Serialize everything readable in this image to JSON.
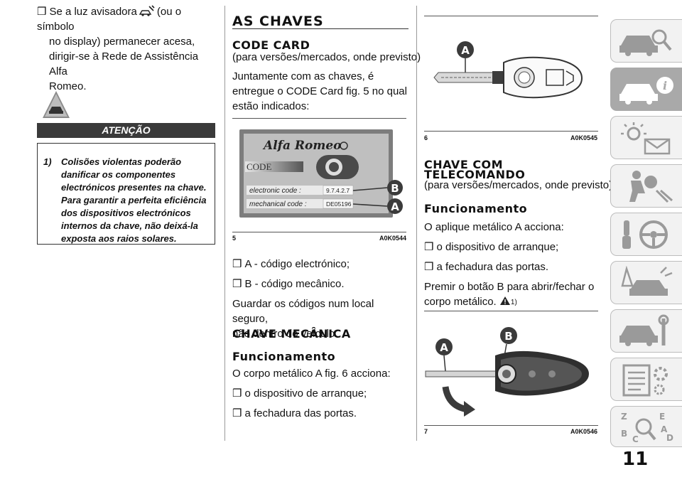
{
  "colors": {
    "tab_bg": "#f2f2f2",
    "tab_active": "#a9a9a9",
    "warning_bar": "#3a3a3a",
    "label_dark": "#3b3b3b"
  },
  "col1": {
    "bullet_before_icon": "Se a luz avisadora",
    "bullet_after_icon": "(ou o símbolo",
    "bullet_lines": [
      "no display) permanecer acesa,",
      "dirigir-se à Rede de Assistência Alfa",
      "Romeo."
    ],
    "warning_title": "ATENÇÃO",
    "warning_number": "1)",
    "warning_lines": [
      "Colisões violentas poderão",
      "danificar os componentes",
      "electrónicos presentes na chave.",
      "Para garantir a perfeita eficiência",
      "dos dispositivos electrónicos",
      "internos da chave, não deixá-la",
      "exposta aos raios solares."
    ]
  },
  "col2": {
    "title": "AS CHAVES",
    "code_card_heading": "CODE CARD",
    "code_card_sub": "(para versões/mercados, onde previsto)",
    "intro_lines": [
      "Juntamente com as chaves, é",
      "entregue o CODE Card fig. 5 no qual",
      "estão indicados:"
    ],
    "fig5": {
      "number": "5",
      "code": "A0K0544",
      "brand": "Alfa Romeo",
      "code_word": "CODE",
      "electronic_label": "electronic   code :",
      "electronic_value": "9.7.4.2.7",
      "mechanical_label": "mechanical  code :",
      "mechanical_value": "DE05196",
      "marker_b": "B",
      "marker_a": "A"
    },
    "items": [
      "A - código electrónico;",
      "B - código mecânico."
    ],
    "store_lines": [
      "Guardar os códigos num local seguro,",
      "não dentro do veículo."
    ],
    "mech_heading": "CHAVE MECÂNICA",
    "func_heading": "Funcionamento",
    "func_text": "O corpo metálico A fig. 6 acciona:",
    "func_items": [
      "o dispositivo de arranque;",
      "a fechadura das portas."
    ]
  },
  "col3": {
    "fig6": {
      "number": "6",
      "code": "A0K0545",
      "marker_a": "A"
    },
    "remote_heading_1": "CHAVE COM",
    "remote_heading_2": "TELECOMANDO",
    "remote_sub": "(para versões/mercados, onde previsto)",
    "func_heading": "Funcionamento",
    "intro": "O aplique metálico A acciona:",
    "items": [
      "o dispositivo de arranque;",
      "a fechadura das portas."
    ],
    "press_lines": [
      "Premir o botão B para abrir/fechar o",
      "corpo metálico."
    ],
    "ref": "1)",
    "fig7": {
      "number": "7",
      "code": "A0K0546",
      "marker_a": "A",
      "marker_b": "B"
    }
  },
  "page_number": "11",
  "tabs": [
    "car-search-icon",
    "car-info-icon",
    "warning-lights-icon",
    "airbag-seat-icon",
    "key-steering-icon",
    "emergency-car-icon",
    "car-maintenance-icon",
    "specs-settings-icon",
    "alphabetical-index-icon"
  ]
}
